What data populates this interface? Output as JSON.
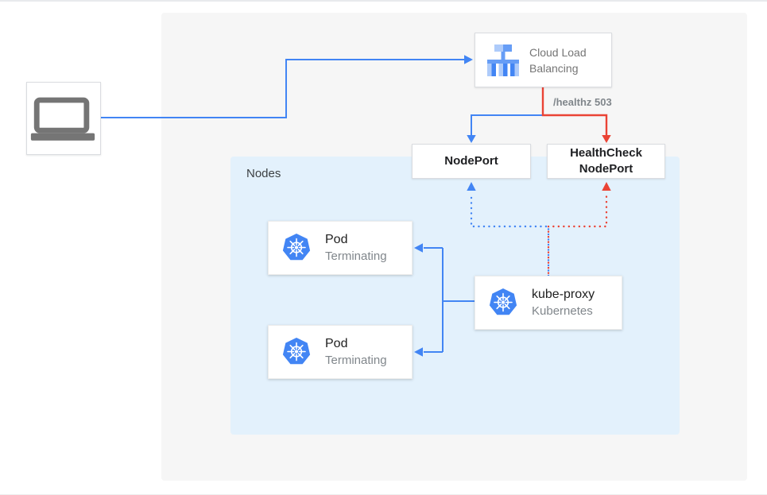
{
  "colors": {
    "blue": "#4285f4",
    "red": "#ea4335",
    "canvas_bg": "#f6f6f6",
    "nodes_panel_bg": "#e3f1fc",
    "laptop_icon_gray": "#757575",
    "lb_icon_blue": "#669df6",
    "lb_icon_light_blue": "#aecbfa",
    "lb_icon_dark_blue": "#4285f4",
    "k8s_icon_blue": "#4285f4"
  },
  "groups": {
    "nodes_label": "Nodes"
  },
  "edges": {
    "healthz_label": "/healthz 503"
  },
  "nodes": {
    "client": {
      "icon": "laptop-icon"
    },
    "load_balancer": {
      "icon": "load-balancer-icon",
      "title": "Cloud Load Balancing"
    },
    "nodeport": {
      "label": "NodePort"
    },
    "healthcheck_nodeport": {
      "label": "HealthCheck NodePort"
    },
    "pod_1": {
      "icon": "kubernetes-icon",
      "title": "Pod",
      "subtitle": "Terminating"
    },
    "pod_2": {
      "icon": "kubernetes-icon",
      "title": "Pod",
      "subtitle": "Terminating"
    },
    "kube_proxy": {
      "icon": "kubernetes-icon",
      "title": "kube-proxy",
      "subtitle": "Kubernetes"
    }
  }
}
